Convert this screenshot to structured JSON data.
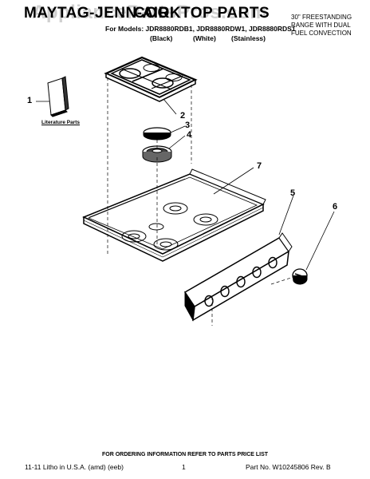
{
  "header": {
    "brand": "MAYTAG-JENN-AIR",
    "title": "COOKTOP PARTS",
    "models": "For Models: JDR8880RDB1, JDR8880RDW1, JDR8880RDS1",
    "variants": [
      "(Black)",
      "(White)",
      "(Stainless)"
    ],
    "range_info": [
      "30\" FREESTANDING",
      "RANGE WITH DUAL",
      "FUEL CONVECTION"
    ]
  },
  "watermark": "AppliancePartsPros.com",
  "labels": {
    "literature": "Literature Parts"
  },
  "callouts": [
    "1",
    "2",
    "3",
    "4",
    "5",
    "6",
    "7"
  ],
  "footer": {
    "ordering_note": "FOR ORDERING INFORMATION REFER TO PARTS PRICE LIST",
    "litho": "11-11 Litho in U.S.A. (amd) (eeb)",
    "page_number": "1",
    "part_number": "Part No. W10245806 Rev. B"
  }
}
